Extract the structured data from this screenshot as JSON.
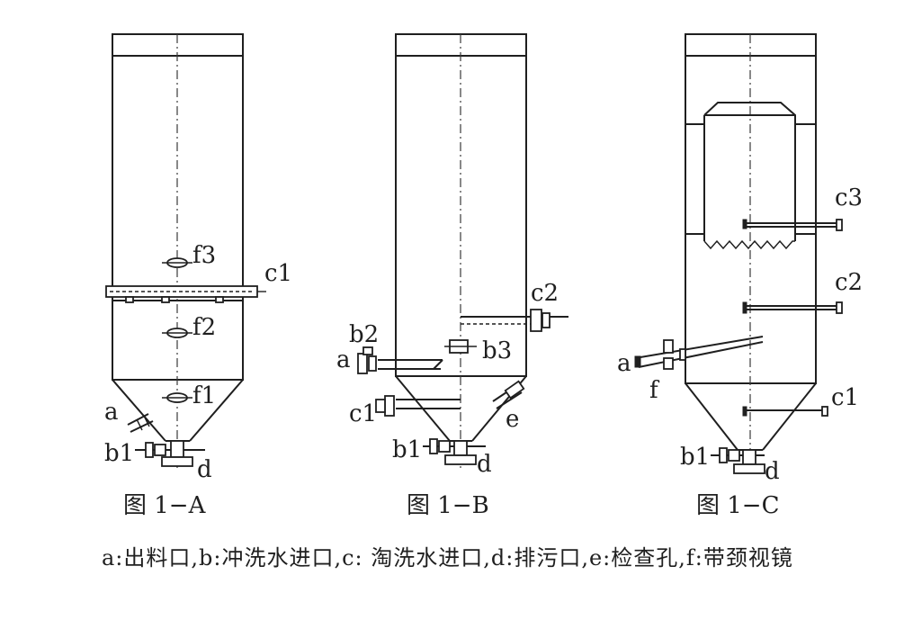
{
  "figures": [
    {
      "caption": "图 1−A",
      "labels": {
        "f3": "f3",
        "c1": "c1",
        "f2": "f2",
        "f1": "f1",
        "a": "a",
        "b1": "b1",
        "d": "d"
      }
    },
    {
      "caption": "图 1−B",
      "labels": {
        "c2": "c2",
        "b2": "b2",
        "a": "a",
        "b3": "b3",
        "c1": "c1",
        "e": "e",
        "b1": "b1",
        "d": "d"
      }
    },
    {
      "caption": "图 1−C",
      "labels": {
        "c3": "c3",
        "c2": "c2",
        "a": "a",
        "f": "f",
        "c1": "c1",
        "b1": "b1",
        "d": "d"
      }
    }
  ],
  "legend": "a:出料口,b:冲洗水进口,c: 淘洗水进口,d:排污口,e:检查孔,f:带颈视镜"
}
